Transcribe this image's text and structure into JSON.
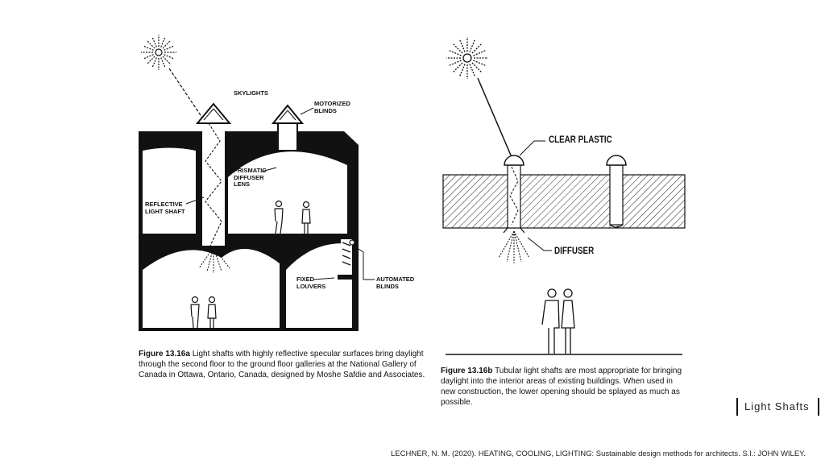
{
  "slide": {
    "title": "Light Shafts",
    "citation": "LECHNER, N. M. (2020). HEATING, COOLING, LIGHTING: Sustainable design methods for architects. S.l.: JOHN WILEY."
  },
  "figure_a": {
    "labels": {
      "skylights": "SKYLIGHTS",
      "motorized_blinds": "MOTORIZED\nBLINDS",
      "prismatic_lens": "PRISMATIC\nDIFFUSER\nLENS",
      "reflective_shaft": "REFLECTIVE\nLIGHT SHAFT",
      "fixed_louvers": "FIXED\nLOUVERS",
      "automated_blinds": "AUTOMATED\nBLINDS"
    },
    "caption_label": "Figure 13.16a",
    "caption_text": " Light shafts with highly reflective specular surfaces bring daylight through the second floor to the ground floor galleries at the National Gallery of Canada in Ottawa, Ontario, Canada, designed by Moshe Safdie and Associates."
  },
  "figure_b": {
    "labels": {
      "clear_plastic": "CLEAR PLASTIC",
      "diffuser": "DIFFUSER"
    },
    "caption_label": "Figure 13.16b",
    "caption_text": " Tubular light shafts are most appropriate for bringing daylight into the interior areas of existing buildings. When used in new construction, the lower opening should be splayed as much as possible."
  }
}
